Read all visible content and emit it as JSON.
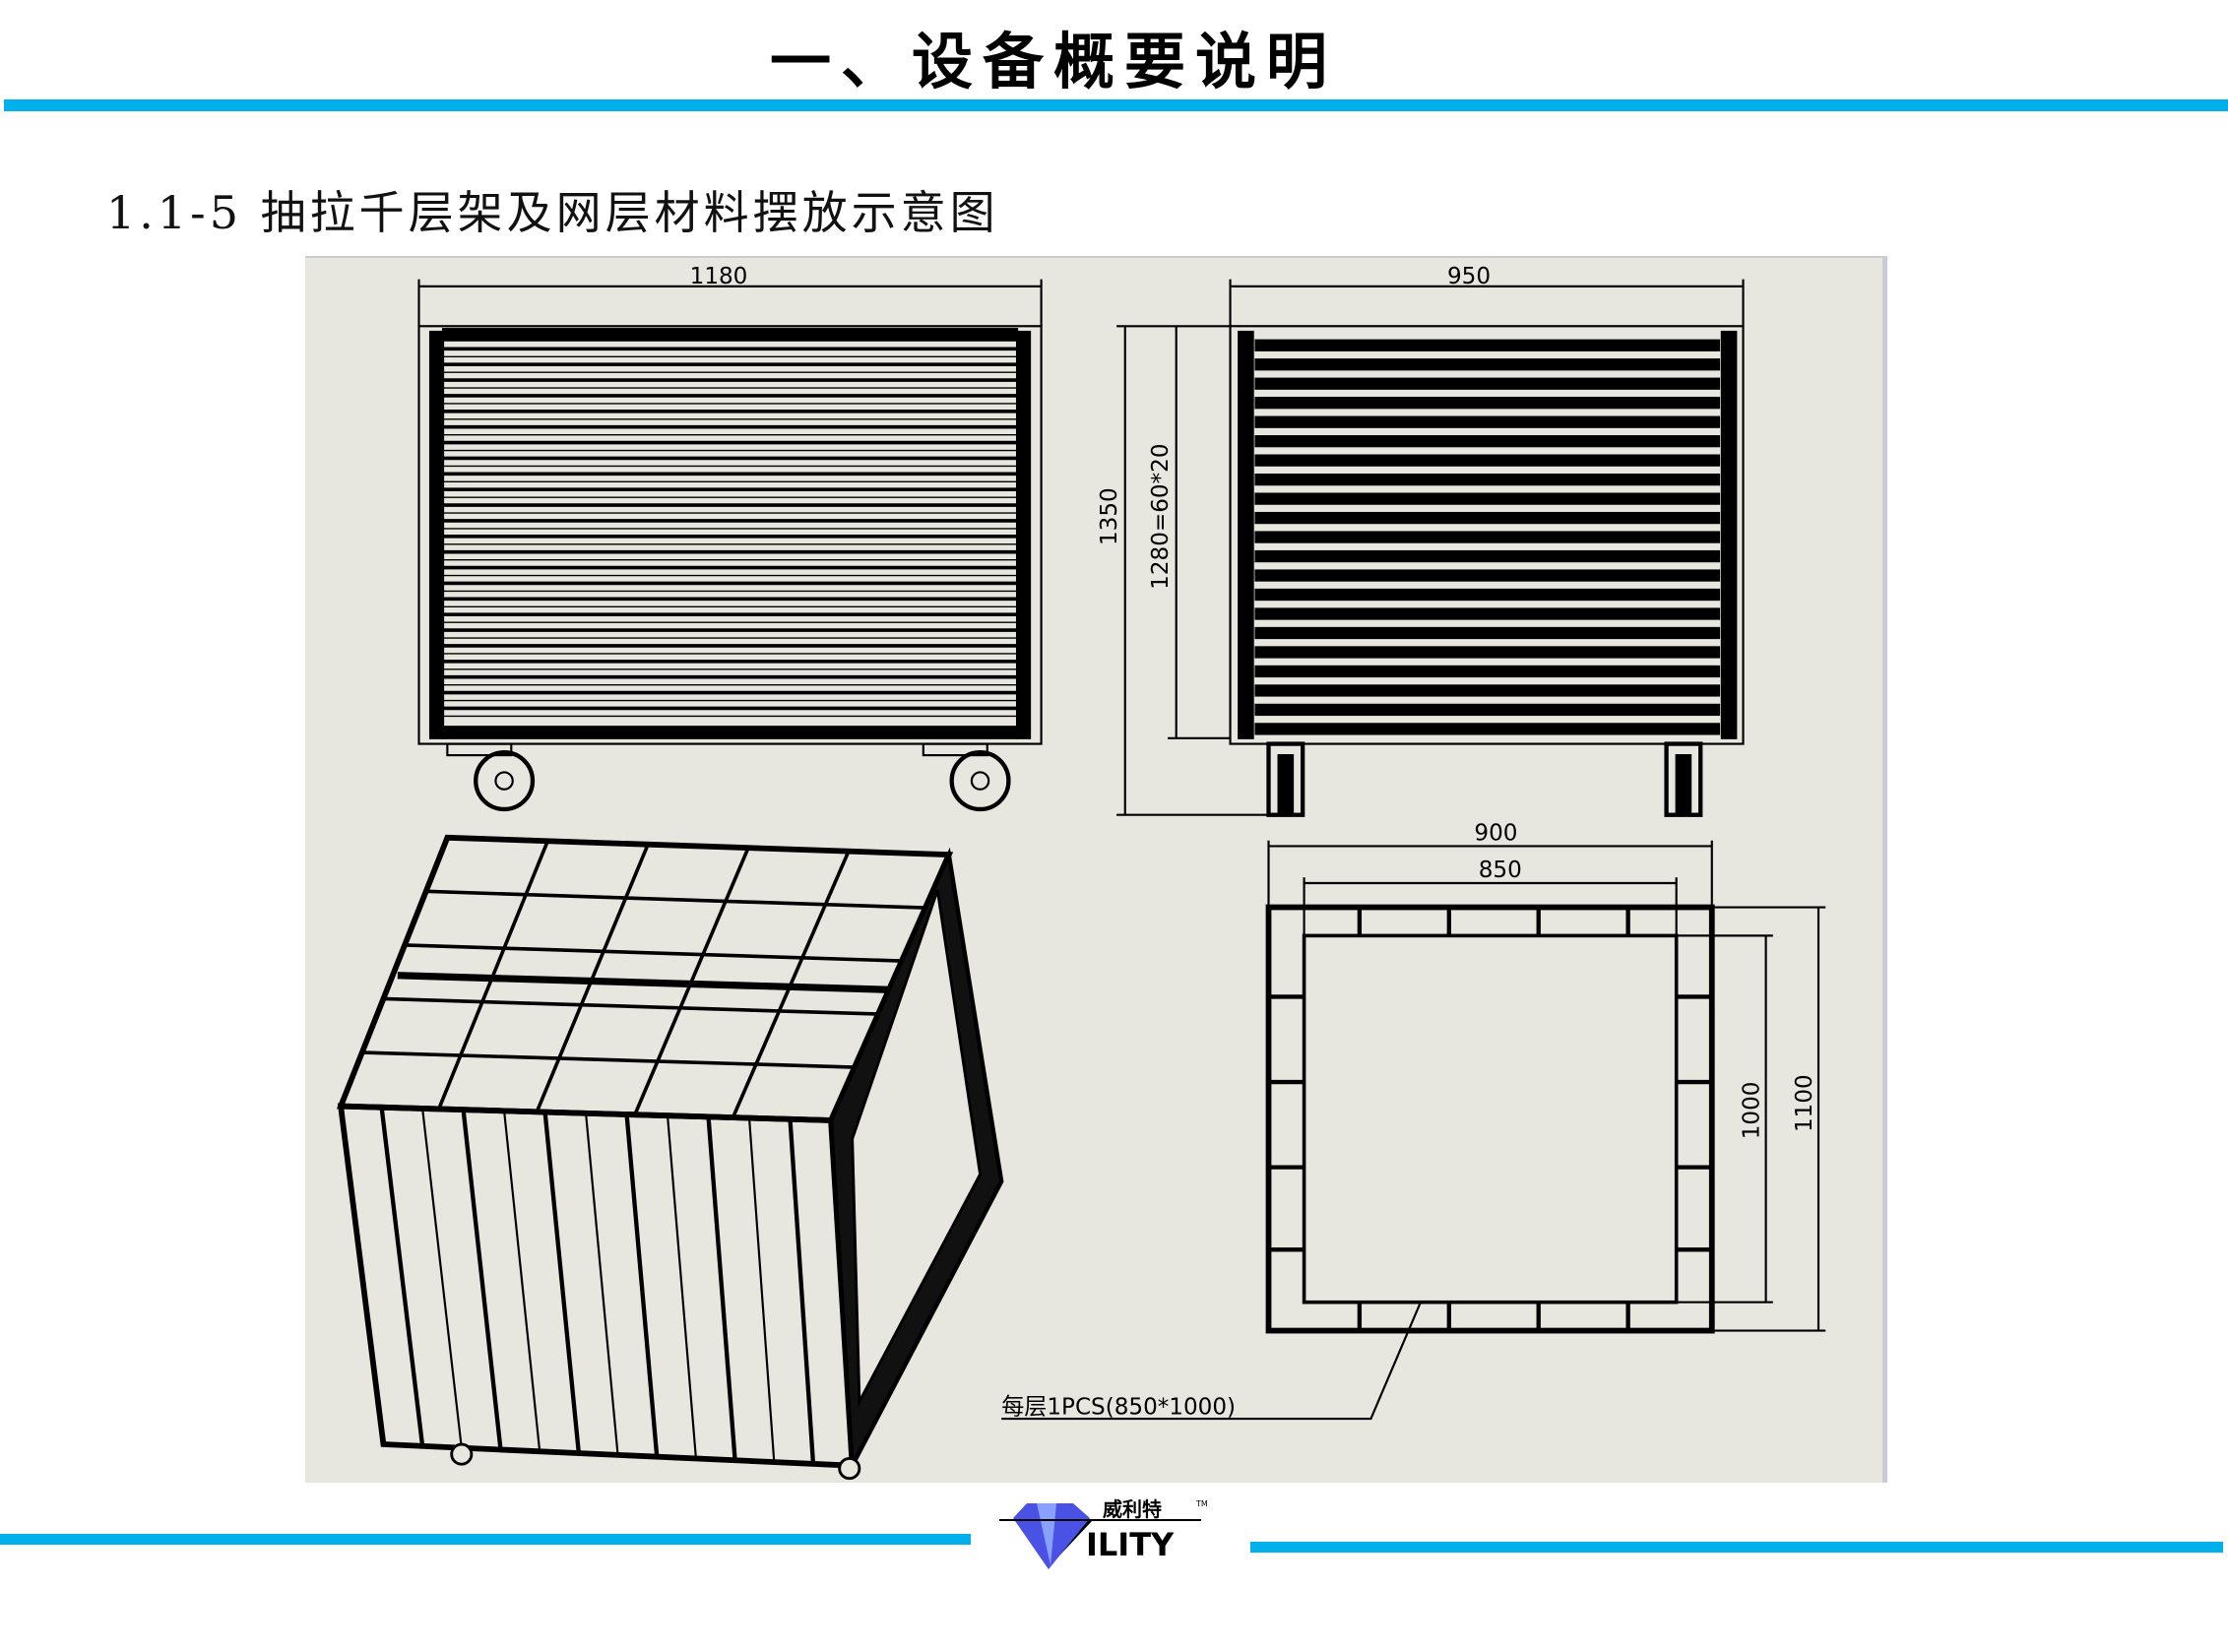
{
  "header": {
    "title": "一、设备概要说明"
  },
  "section": {
    "subtitle": "1.1-5 抽拉千层架及网层材料摆放示意图"
  },
  "drawing": {
    "front_width": "1180",
    "side_width": "950",
    "total_height": "1350",
    "layer_height": "1280=60*20",
    "top_outer_width": "900",
    "top_inner_width": "850",
    "top_inner_depth": "1000",
    "top_outer_depth": "1100",
    "note": "每层1PCS(850*1000)"
  },
  "logo": {
    "cn": "威利特",
    "en": "ILITY",
    "tm": "TM"
  },
  "colors": {
    "accent": "#00b0ec",
    "panel": "#e7e6df"
  }
}
